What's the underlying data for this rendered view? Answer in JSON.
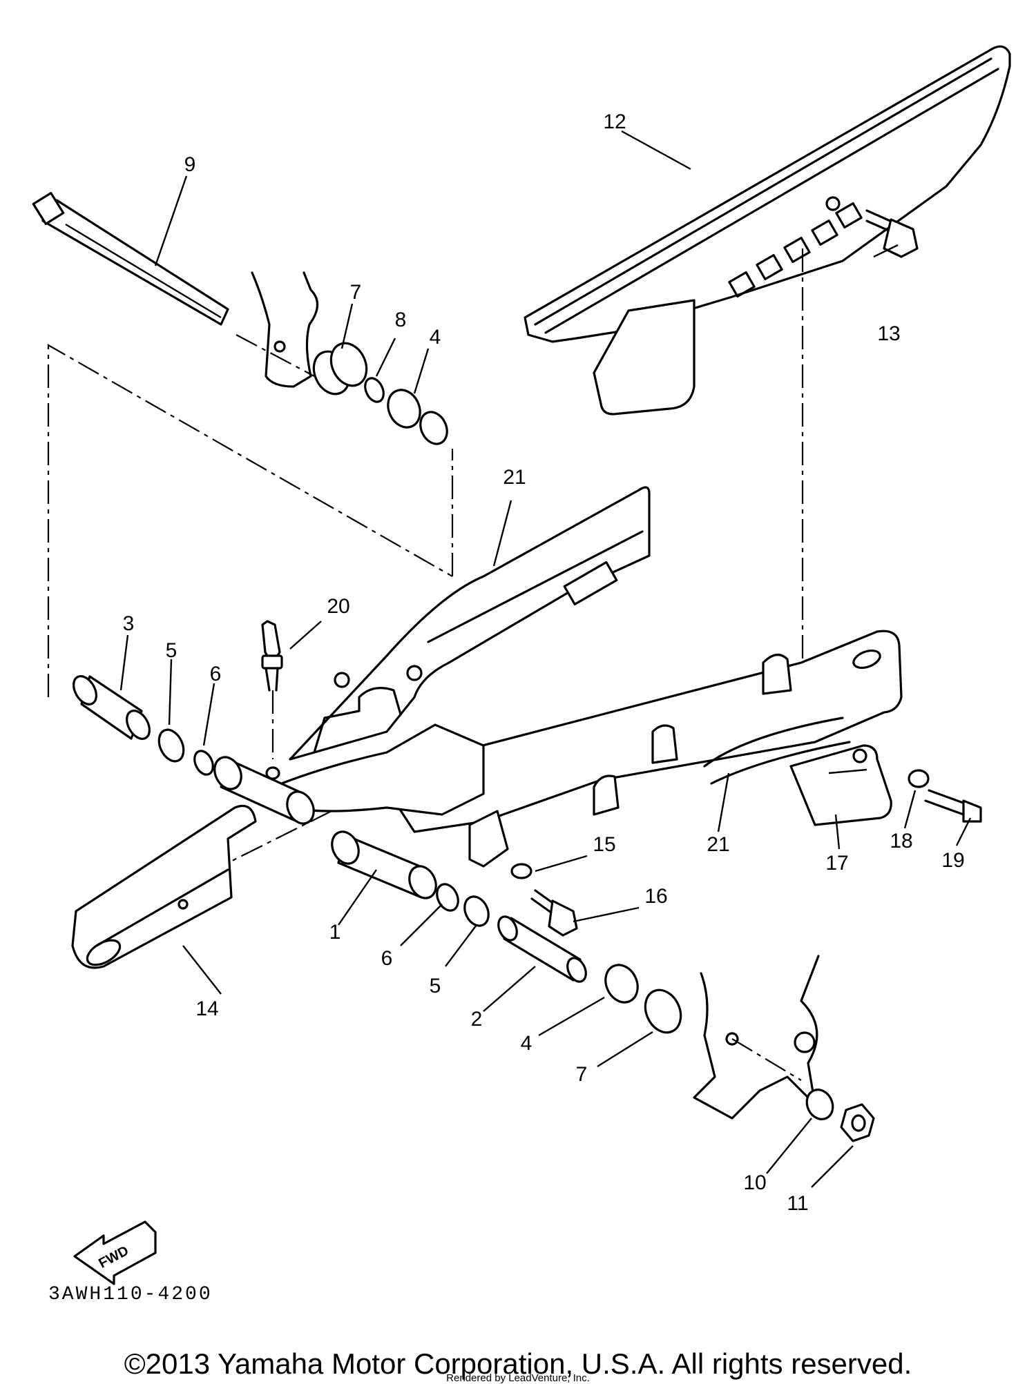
{
  "diagram": {
    "callouts": [
      "12",
      "9",
      "7",
      "8",
      "4",
      "13",
      "21",
      "20",
      "3",
      "5",
      "6",
      "21",
      "15",
      "16",
      "18",
      "19",
      "17",
      "1",
      "6",
      "5",
      "14",
      "2",
      "4",
      "7",
      "10",
      "11"
    ],
    "fwd_label": "FWD",
    "drawing_code": "3AWH110-4200"
  },
  "footer": {
    "copyright": "©2013 Yamaha Motor Corporation, U.S.A. All rights reserved.",
    "rendered_by": "Rendered by LeadVenture, Inc."
  }
}
